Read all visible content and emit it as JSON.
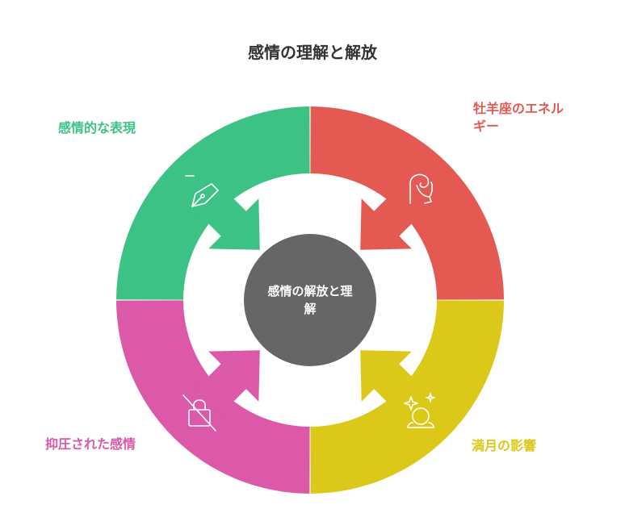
{
  "title": "感情の理解と解放",
  "center": {
    "line1": "感情の解放と理",
    "line2": "解"
  },
  "segments": [
    {
      "label_lines": [
        "牡羊座のエネル",
        "ギー"
      ],
      "color": "#E45A52",
      "icon": "ram-icon"
    },
    {
      "label_lines": [
        "満月の影響"
      ],
      "color": "#DCC818",
      "icon": "crystal-ball-icon"
    },
    {
      "label_lines": [
        "抑圧された感情"
      ],
      "color": "#DC58A8",
      "icon": "lock-off-icon"
    },
    {
      "label_lines": [
        "感情的な表現"
      ],
      "color": "#3CC285",
      "icon": "pen-nib-icon"
    }
  ],
  "center_color": "#666666"
}
